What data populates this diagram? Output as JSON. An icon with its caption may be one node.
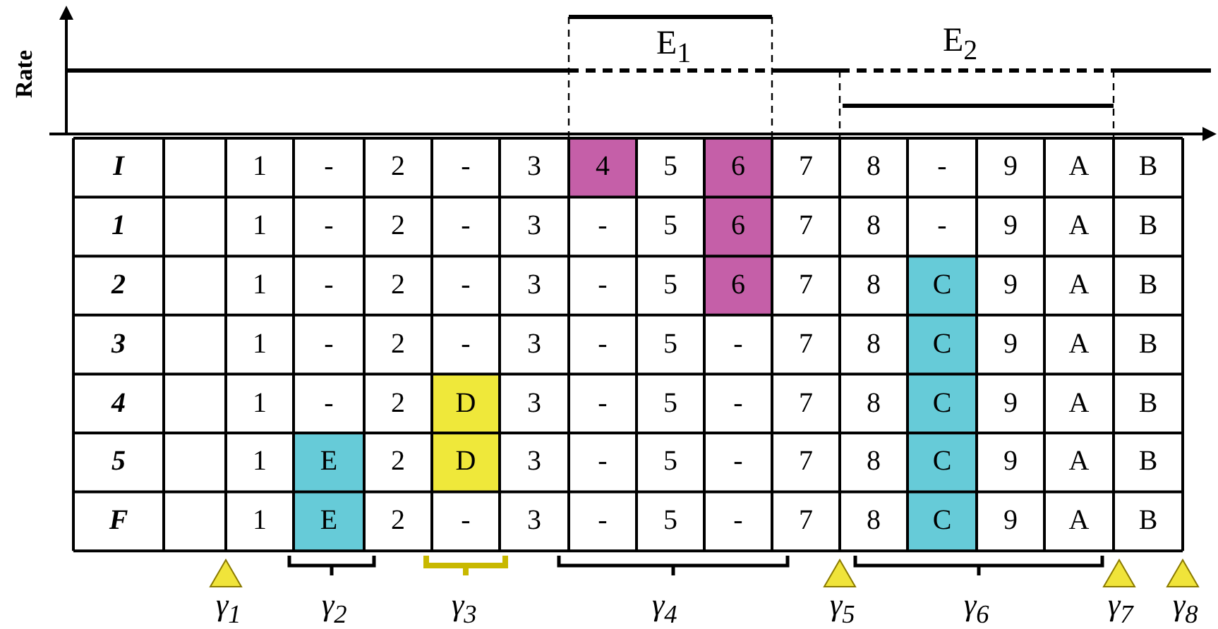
{
  "diagram": {
    "labels": [
      "Rate",
      "E$_{1}$",
      "E$_{2}$",
      "I",
      "1",
      "-",
      "2",
      "-",
      "3",
      "4",
      "5",
      "6",
      "7",
      "8",
      "-",
      "9",
      "A",
      "B",
      "1",
      "1",
      "-",
      "2",
      "-",
      "3",
      "-",
      "5",
      "6",
      "7",
      "8",
      "-",
      "9",
      "A",
      "B",
      "2",
      "1",
      "-",
      "2",
      "-",
      "3",
      "-",
      "5",
      "6",
      "7",
      "8",
      "C",
      "9",
      "A",
      "B",
      "3",
      "1",
      "-",
      "2",
      "-",
      "3",
      "-",
      "5",
      "-",
      "7",
      "8",
      "C",
      "9",
      "A",
      "B",
      "4",
      "1",
      "-",
      "2",
      "D",
      "3",
      "-",
      "5",
      "-",
      "7",
      "8",
      "C",
      "9",
      "A",
      "B",
      "5",
      "1",
      "E",
      "2",
      "D",
      "3",
      "-",
      "5",
      "-",
      "7",
      "8",
      "C",
      "9",
      "A",
      "B",
      "F",
      "1",
      "E",
      "2",
      "-",
      "3",
      "-",
      "5",
      "-",
      "7",
      "8",
      "C",
      "9",
      "A",
      "B",
      "γ$_{1}$",
      "γ$_{2}$",
      "γ$_{3}$",
      "γ$_{4}$",
      "γ$_{5}$",
      "γ$_{6}$",
      "γ$_{7}$",
      "γ$_{8}$"
    ]
  }
}
